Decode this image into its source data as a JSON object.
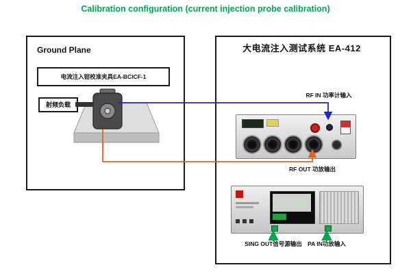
{
  "title": "Calibration configuration (current injection probe calibration)",
  "colors": {
    "accent_green": "#00A651",
    "wire_blue": "#2222CC",
    "wire_orange": "#E8601C",
    "arrow_green": "#00A651"
  },
  "ground_plane": {
    "label": "Ground Plane",
    "fixture_label": "电流注入钳校准夹具EA-BCICF-1",
    "rf_load_label": "射频负载"
  },
  "system": {
    "label": "大电流注入测试系统  EA-412",
    "rf_in_label": "RF IN 功率计输入",
    "rf_out_label": "RF OUT 功放输出",
    "sing_out_label": "SING OUT信号源输出",
    "pa_in_label": "PA IN功放输入"
  }
}
